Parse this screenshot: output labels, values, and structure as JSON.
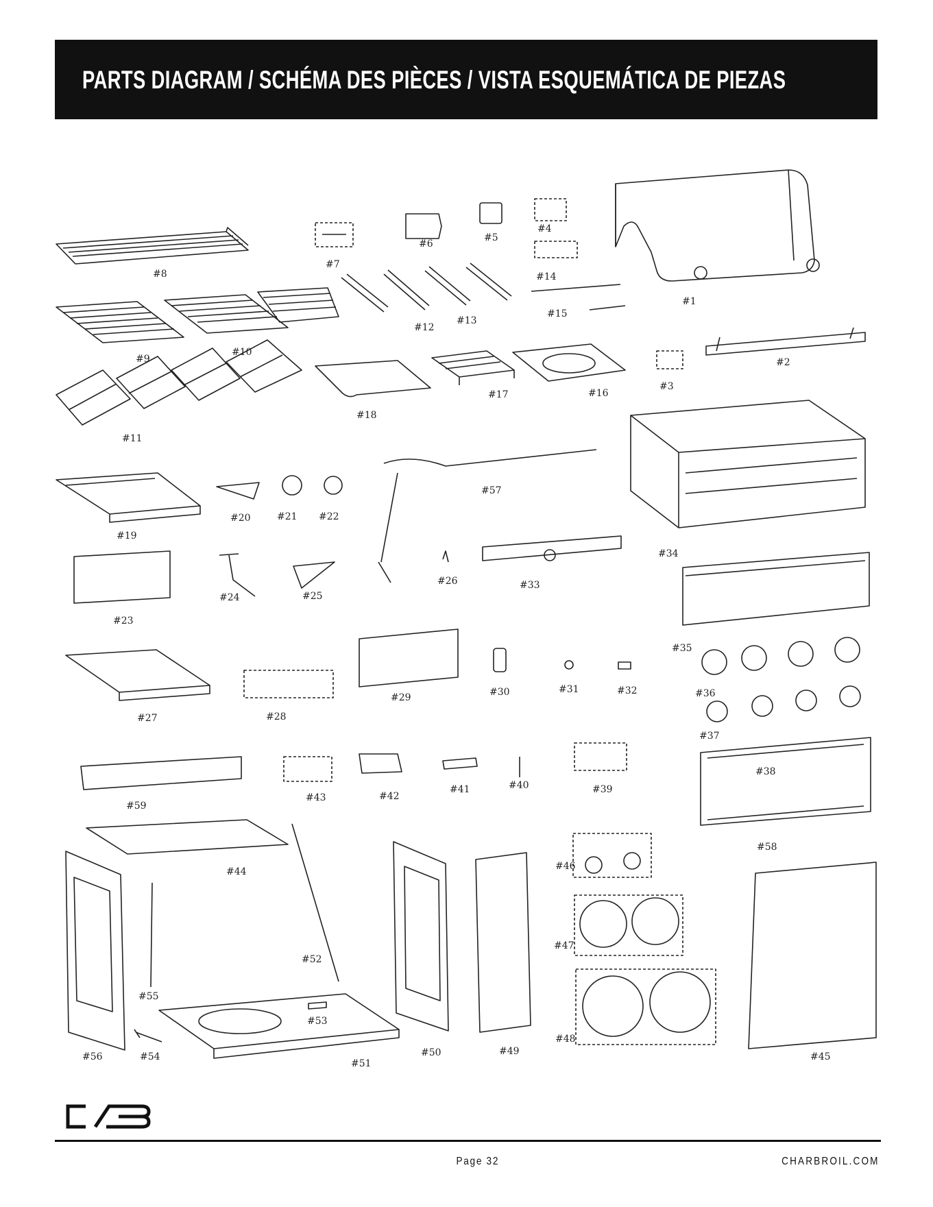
{
  "header": {
    "title": "PARTS DIAGRAM / SCHÉMA DES PIÈCES / VISTA ESQUEMÁTICA DE PIEZAS"
  },
  "parts": [
    {
      "id": "p1",
      "label": "#1"
    },
    {
      "id": "p2",
      "label": "#2"
    },
    {
      "id": "p3",
      "label": "#3"
    },
    {
      "id": "p4",
      "label": "#4"
    },
    {
      "id": "p5",
      "label": "#5"
    },
    {
      "id": "p6",
      "label": "#6"
    },
    {
      "id": "p7",
      "label": "#7"
    },
    {
      "id": "p8",
      "label": "#8"
    },
    {
      "id": "p9",
      "label": "#9"
    },
    {
      "id": "p10",
      "label": "#10"
    },
    {
      "id": "p11",
      "label": "#11"
    },
    {
      "id": "p12",
      "label": "#12"
    },
    {
      "id": "p13",
      "label": "#13"
    },
    {
      "id": "p14",
      "label": "#14"
    },
    {
      "id": "p15",
      "label": "#15"
    },
    {
      "id": "p16",
      "label": "#16"
    },
    {
      "id": "p17",
      "label": "#17"
    },
    {
      "id": "p18",
      "label": "#18"
    },
    {
      "id": "p19",
      "label": "#19"
    },
    {
      "id": "p20",
      "label": "#20"
    },
    {
      "id": "p21",
      "label": "#21"
    },
    {
      "id": "p22",
      "label": "#22"
    },
    {
      "id": "p23",
      "label": "#23"
    },
    {
      "id": "p24",
      "label": "#24"
    },
    {
      "id": "p25",
      "label": "#25"
    },
    {
      "id": "p26",
      "label": "#26"
    },
    {
      "id": "p27",
      "label": "#27"
    },
    {
      "id": "p28",
      "label": "#28"
    },
    {
      "id": "p29",
      "label": "#29"
    },
    {
      "id": "p30",
      "label": "#30"
    },
    {
      "id": "p31",
      "label": "#31"
    },
    {
      "id": "p32",
      "label": "#32"
    },
    {
      "id": "p33",
      "label": "#33"
    },
    {
      "id": "p34",
      "label": "#34"
    },
    {
      "id": "p35",
      "label": "#35"
    },
    {
      "id": "p36",
      "label": "#36"
    },
    {
      "id": "p37",
      "label": "#37"
    },
    {
      "id": "p38",
      "label": "#38"
    },
    {
      "id": "p39",
      "label": "#39"
    },
    {
      "id": "p40",
      "label": "#40"
    },
    {
      "id": "p41",
      "label": "#41"
    },
    {
      "id": "p42",
      "label": "#42"
    },
    {
      "id": "p43",
      "label": "#43"
    },
    {
      "id": "p44",
      "label": "#44"
    },
    {
      "id": "p45",
      "label": "#45"
    },
    {
      "id": "p46",
      "label": "#46"
    },
    {
      "id": "p47",
      "label": "#47"
    },
    {
      "id": "p48",
      "label": "#48"
    },
    {
      "id": "p49",
      "label": "#49"
    },
    {
      "id": "p50",
      "label": "#50"
    },
    {
      "id": "p51",
      "label": "#51"
    },
    {
      "id": "p52",
      "label": "#52"
    },
    {
      "id": "p53",
      "label": "#53"
    },
    {
      "id": "p54",
      "label": "#54"
    },
    {
      "id": "p55",
      "label": "#55"
    },
    {
      "id": "p56",
      "label": "#56"
    },
    {
      "id": "p57",
      "label": "#57"
    },
    {
      "id": "p58",
      "label": "#58"
    },
    {
      "id": "p59",
      "label": "#59"
    }
  ],
  "footer": {
    "page": "Page 32",
    "website": "CHARBROIL.COM",
    "logo_text": "CB"
  },
  "colors": {
    "banner": "#111111",
    "banner_text": "#ffffff",
    "line": "#222222"
  }
}
